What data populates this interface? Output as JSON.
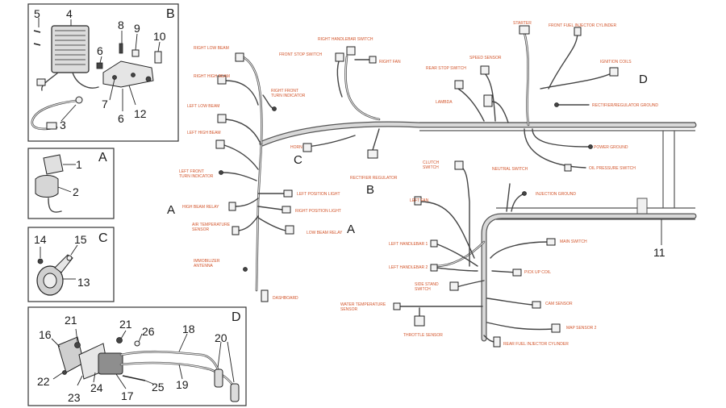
{
  "panels": {
    "B": {
      "letter": "B",
      "numbers": [
        "5",
        "4",
        "8",
        "9",
        "10",
        "6",
        "7",
        "6",
        "12",
        "3"
      ]
    },
    "A": {
      "letter": "A",
      "numbers": [
        "1",
        "2"
      ]
    },
    "C": {
      "letter": "C",
      "numbers": [
        "14",
        "15",
        "13"
      ]
    },
    "D": {
      "letter": "D",
      "numbers": [
        "21",
        "21",
        "26",
        "18",
        "20",
        "16",
        "22",
        "24",
        "23",
        "17",
        "25",
        "19"
      ]
    }
  },
  "main": {
    "frame_number": "11",
    "callout_letters": {
      "c_horn": "C",
      "b_regulator": "B",
      "a_left": "A",
      "a_relay": "A",
      "d_right": "D"
    },
    "labels": {
      "right_low_beam": "RIGHT LOW BEAM",
      "right_high_beam": "RIGHT HIGH BEAM",
      "right_front_turn": "RIGHT FRONT\nTURN INDICATOR",
      "left_low_beam": "LEFT LOW BEAM",
      "left_high_beam": "LEFT HIGH BEAM",
      "left_front_turn": "LEFT FRONT\nTURN INDICATOR",
      "high_beam_relay": "HIGH BEAM RELAY",
      "air_temp_sensor": "AIR TEMPERATURE\nSENSOR",
      "immobilizer": "IMMOBILIZER\nANTENNA",
      "dashboard": "DASHBOARD",
      "left_position_light": "LEFT POSITION LIGHT",
      "right_position_light": "RIGHT POSITION LIGHT",
      "low_beam_relay": "LOW BEAM RELAY",
      "horn": "HORN",
      "front_stop_switch": "FRONT STOP SWITCH",
      "right_handlebar_switch": "RIGHT HANDLEBAR SWITCH",
      "right_fan": "RIGHT FAN",
      "rectifier_regulator": "RECTIFIER REGULATOR",
      "starter": "STARTER",
      "front_fuel_injector": "FRONT FUEL INJECTOR CYLINDER",
      "ignition_coils": "IGNITION COILS",
      "rear_stop_switch": "REAR STOP SWITCH",
      "speed_sensor": "SPEED SENSOR",
      "lambda": "LAMBDA",
      "rectifier_regulator_ground": "RECTIFIER/REGULATOR GROUND",
      "power_ground": "POWER GROUND",
      "oil_pressure_switch": "OIL PRESSURE SWITCH",
      "clutch_switch": "CLUTCH\nSWITCH",
      "neutral_switch": "NEUTRAL SWITCH",
      "left_fan": "LEFT FAN",
      "injection_ground": "INJECTION GROUND",
      "left_handlebar_1": "LEFT HANDLEBAR 1",
      "main_switch": "MAIN SWITCH",
      "left_handlebar_2": "LEFT HANDLEBAR 2",
      "pick_up_coil": "PICK UP COIL",
      "side_stand_switch": "SIDE STAND\nSWITCH",
      "water_temp_sensor": "WATER TEMPERATURE\nSENSOR",
      "cam_sensor": "CAM SENSOR",
      "map_sensor_2": "MAP SENSOR 2",
      "throttle_sensor": "THROTTLE SENSOR",
      "rear_fuel_injector": "REAR FUEL INJECTOR CYLINDER"
    }
  }
}
